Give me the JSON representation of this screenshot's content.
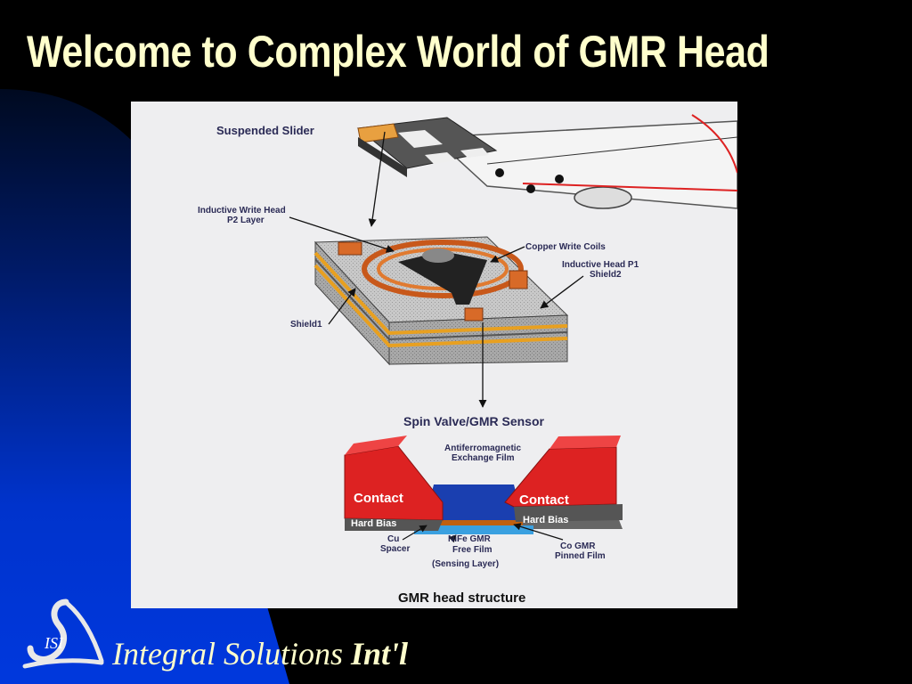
{
  "slide": {
    "title": "Welcome to Complex World of GMR Head",
    "colors": {
      "title": "#ffffcc",
      "background_dark": "#000000",
      "background_blue": "#0033cc",
      "contact": "#dd2222",
      "gmr_film": "#1a3fb0"
    }
  },
  "diagram": {
    "labels": {
      "suspended_slider": "Suspended Slider",
      "write_head_line1": "Inductive Write Head",
      "write_head_line2": "P2 Layer",
      "copper_coils": "Copper Write Coils",
      "head_p1_line1": "Inductive Head P1",
      "head_p1_line2": "Shield2",
      "shield1": "Shield1",
      "sensor": "Spin Valve/GMR Sensor",
      "afm_line1": "Antiferromagnetic",
      "afm_line2": "Exchange Film",
      "contact_left": "Contact",
      "contact_right": "Contact",
      "hard_bias_left": "Hard Bias",
      "hard_bias_right": "Hard Bias",
      "cu_line1": "Cu",
      "cu_line2": "Spacer",
      "nife_line1": "NiFe GMR",
      "nife_line2": "Free Film",
      "nife_line3": "(Sensing Layer)",
      "co_line1": "Co GMR",
      "co_line2": "Pinned Film",
      "caption": "GMR head structure"
    }
  },
  "footer": {
    "logo_text": "ISI",
    "brand_prefix": "Integral Solutions ",
    "brand_suffix": "Int'l"
  }
}
